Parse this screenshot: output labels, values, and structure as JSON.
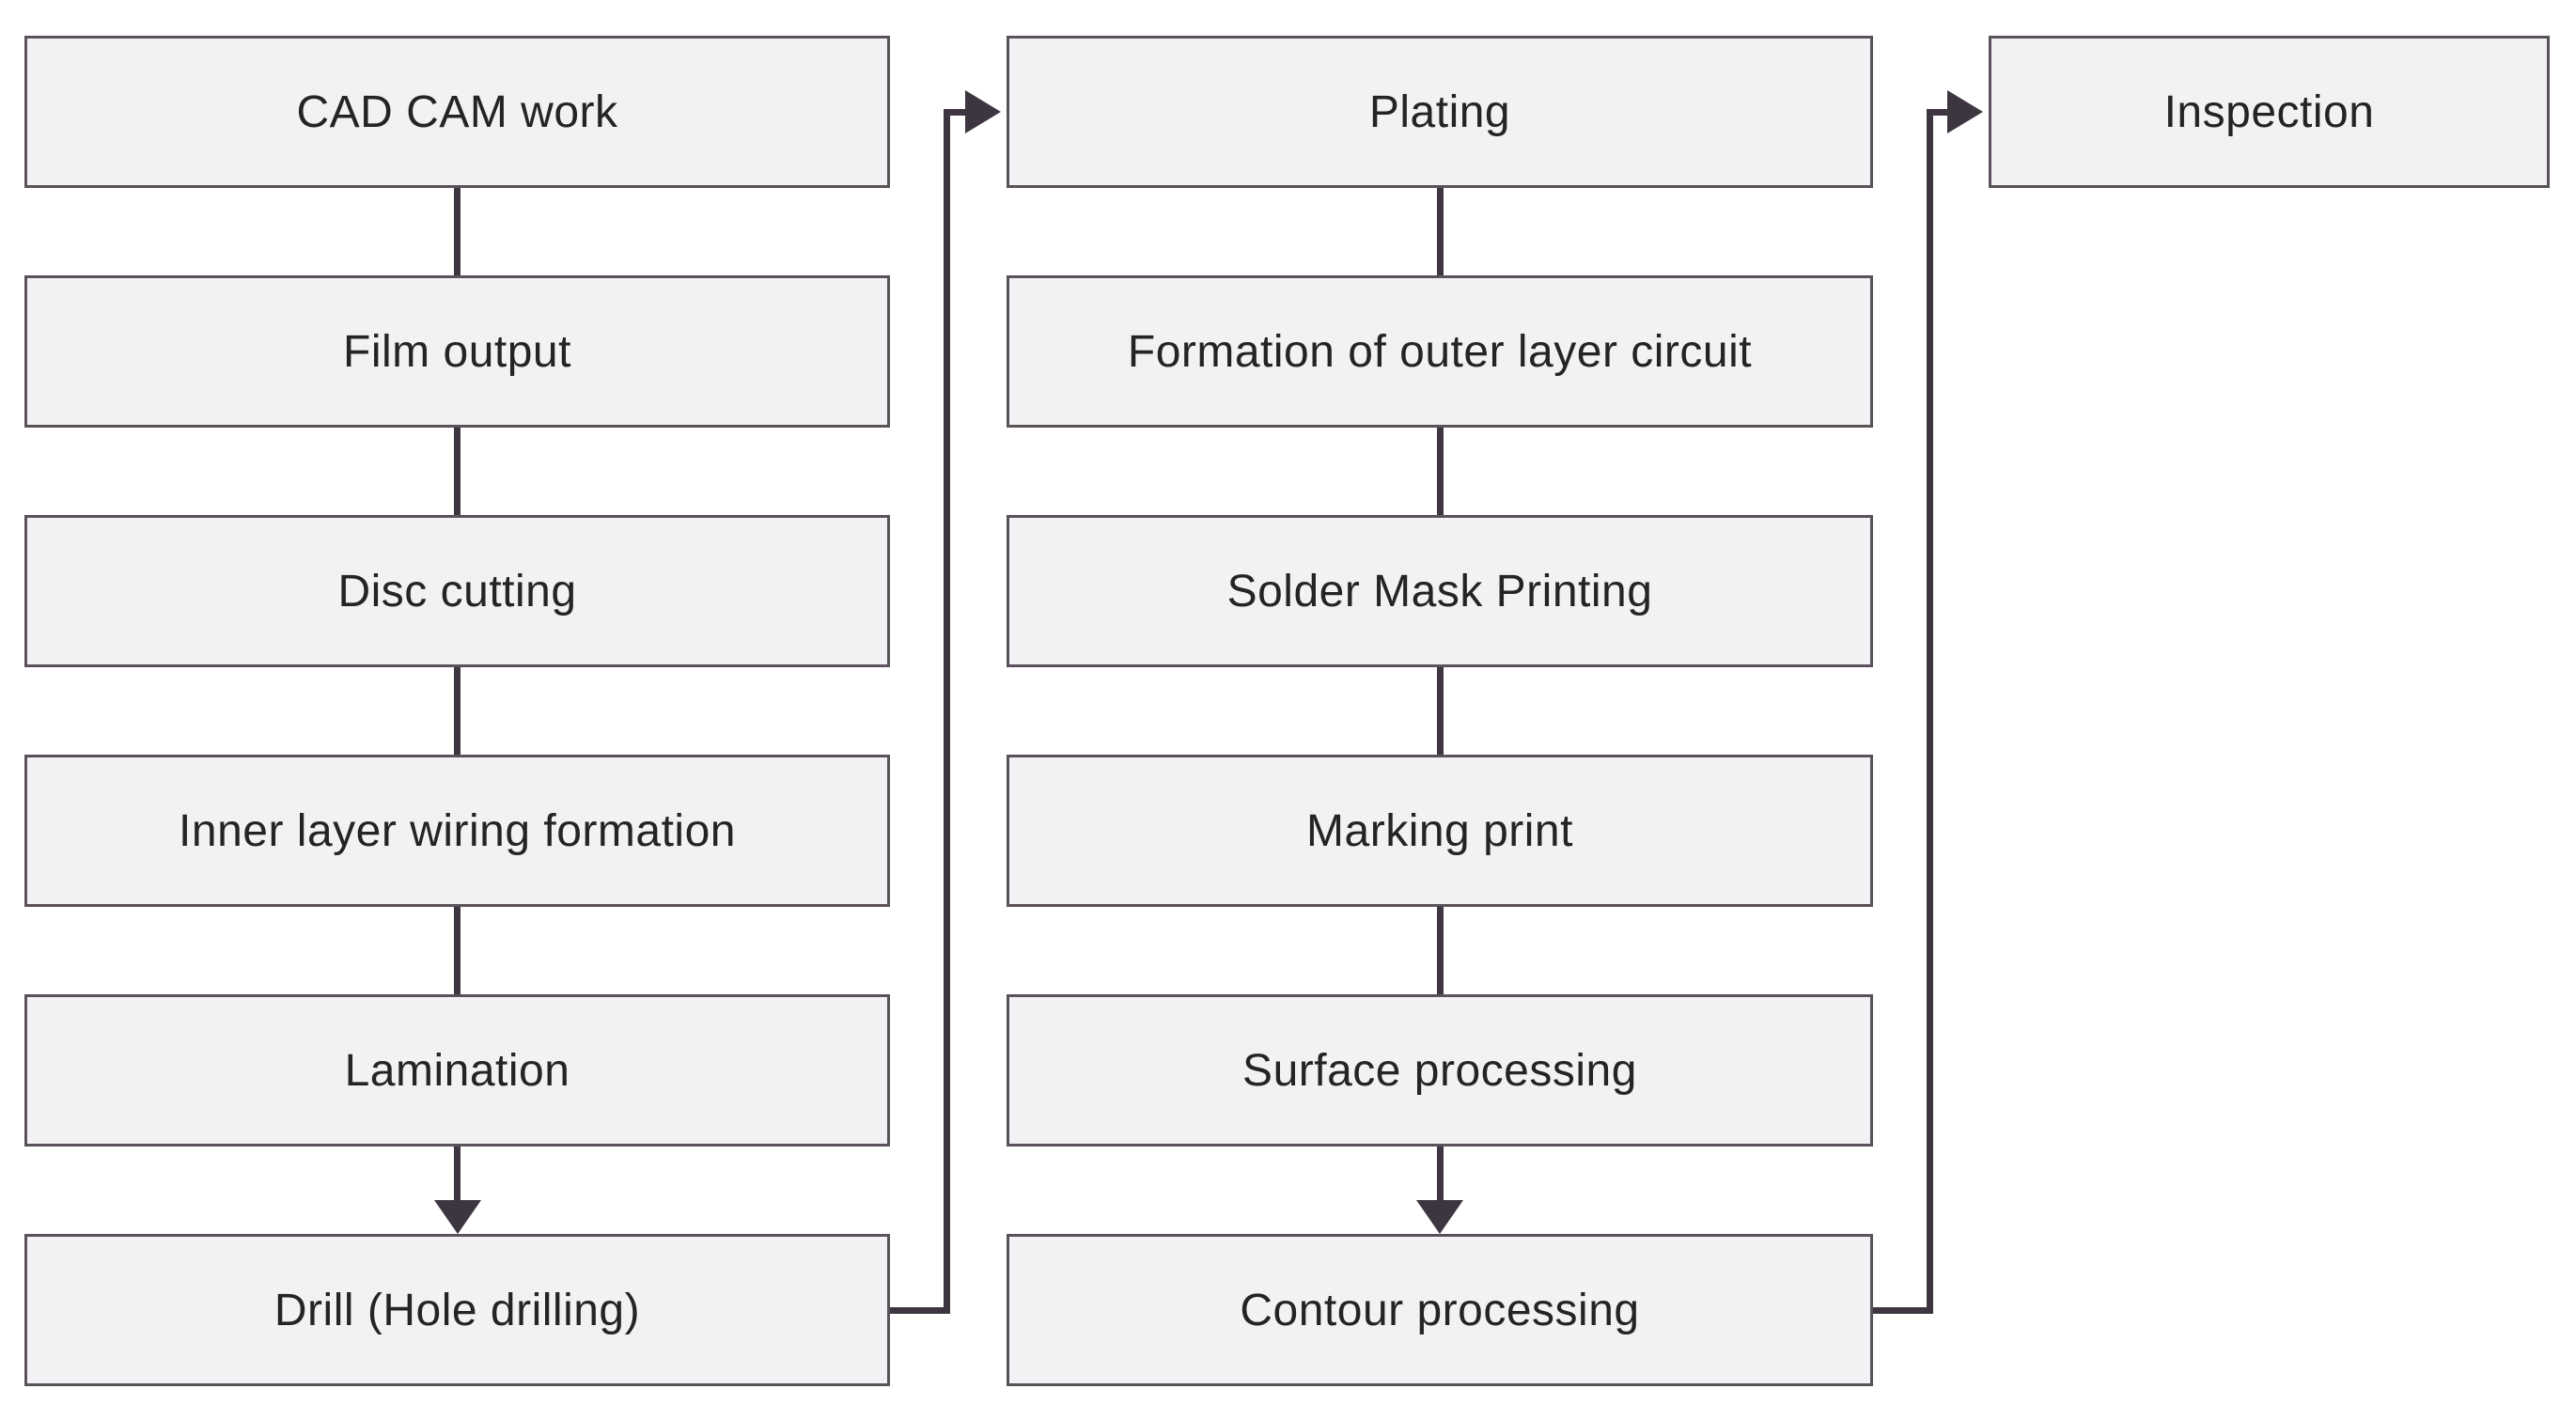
{
  "diagram": {
    "type": "flowchart",
    "background_color": "#ffffff",
    "box_fill_color": "#f2f1f3",
    "box_border_color": "#5a525a",
    "connector_color": "#3d3540",
    "text_color": "#242424",
    "columns": [
      {
        "name": "column-1",
        "node_ids": [
          "cad-cam-work",
          "film-output",
          "disc-cutting",
          "inner-layer-wiring-formation",
          "lamination",
          "drill-hole-drilling"
        ]
      },
      {
        "name": "column-2",
        "node_ids": [
          "plating",
          "formation-of-outer-layer-circuit",
          "solder-mask-printing",
          "marking-print",
          "surface-processing",
          "contour-processing"
        ]
      },
      {
        "name": "column-3",
        "node_ids": [
          "inspection"
        ]
      }
    ],
    "nodes": [
      {
        "id": "cad-cam-work",
        "label": "CAD CAM work",
        "col": "c1",
        "row": "r1"
      },
      {
        "id": "film-output",
        "label": "Film output",
        "col": "c1",
        "row": "r2"
      },
      {
        "id": "disc-cutting",
        "label": "Disc cutting",
        "col": "c1",
        "row": "r3"
      },
      {
        "id": "inner-layer-wiring-formation",
        "label": "Inner layer wiring formation",
        "col": "c1",
        "row": "r4"
      },
      {
        "id": "lamination",
        "label": "Lamination",
        "col": "c1",
        "row": "r5"
      },
      {
        "id": "drill-hole-drilling",
        "label": "Drill (Hole drilling)",
        "col": "c1",
        "row": "r6"
      },
      {
        "id": "plating",
        "label": "Plating",
        "col": "c2",
        "row": "r1"
      },
      {
        "id": "formation-of-outer-layer-circuit",
        "label": "Formation of outer layer circuit",
        "col": "c2",
        "row": "r2"
      },
      {
        "id": "solder-mask-printing",
        "label": "Solder Mask Printing",
        "col": "c2",
        "row": "r3"
      },
      {
        "id": "marking-print",
        "label": "Marking print",
        "col": "c2",
        "row": "r4"
      },
      {
        "id": "surface-processing",
        "label": "Surface processing",
        "col": "c2",
        "row": "r5"
      },
      {
        "id": "contour-processing",
        "label": "Contour processing",
        "col": "c2",
        "row": "r6"
      },
      {
        "id": "inspection",
        "label": "Inspection",
        "col": "c3",
        "row": "r1"
      }
    ],
    "edges": [
      {
        "from": "cad-cam-work",
        "to": "film-output",
        "style": "line"
      },
      {
        "from": "film-output",
        "to": "disc-cutting",
        "style": "line"
      },
      {
        "from": "disc-cutting",
        "to": "inner-layer-wiring-formation",
        "style": "line"
      },
      {
        "from": "inner-layer-wiring-formation",
        "to": "lamination",
        "style": "line"
      },
      {
        "from": "lamination",
        "to": "drill-hole-drilling",
        "style": "arrow-down"
      },
      {
        "from": "plating",
        "to": "formation-of-outer-layer-circuit",
        "style": "line"
      },
      {
        "from": "formation-of-outer-layer-circuit",
        "to": "solder-mask-printing",
        "style": "line"
      },
      {
        "from": "solder-mask-printing",
        "to": "marking-print",
        "style": "line"
      },
      {
        "from": "marking-print",
        "to": "surface-processing",
        "style": "line"
      },
      {
        "from": "surface-processing",
        "to": "contour-processing",
        "style": "arrow-down"
      },
      {
        "from": "drill-hole-drilling",
        "to": "plating",
        "style": "elbow-arrow-right"
      },
      {
        "from": "contour-processing",
        "to": "inspection",
        "style": "elbow-arrow-right"
      }
    ]
  }
}
